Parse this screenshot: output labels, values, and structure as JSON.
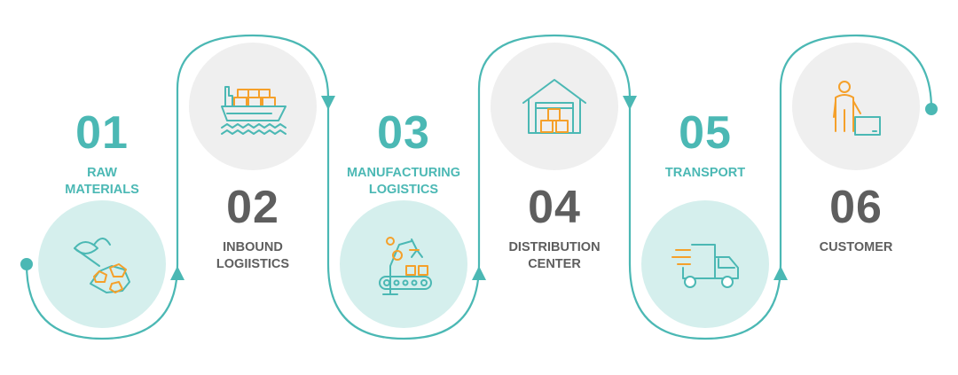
{
  "colors": {
    "accent": "#4bb8b4",
    "dark": "#5e5e5e",
    "orange": "#f5a02a",
    "circle_light": "#d5efed",
    "circle_grey": "#efefef"
  },
  "steps": [
    {
      "number": "01",
      "line1": "RAW",
      "line2": "MATERIALS",
      "icon": "leaf-materials-icon"
    },
    {
      "number": "02",
      "line1": "INBOUND",
      "line2": "LOGIISTICS",
      "icon": "cargo-ship-icon"
    },
    {
      "number": "03",
      "line1": "MANUFACTURING",
      "line2": "LOGISTICS",
      "icon": "robot-arm-conveyor-icon"
    },
    {
      "number": "04",
      "line1": "DISTRIBUTION",
      "line2": "CENTER",
      "icon": "warehouse-icon"
    },
    {
      "number": "05",
      "line1": "TRANSPORT",
      "line2": "",
      "icon": "delivery-truck-icon"
    },
    {
      "number": "06",
      "line1": "CUSTOMER",
      "line2": "",
      "icon": "customer-box-icon"
    }
  ]
}
